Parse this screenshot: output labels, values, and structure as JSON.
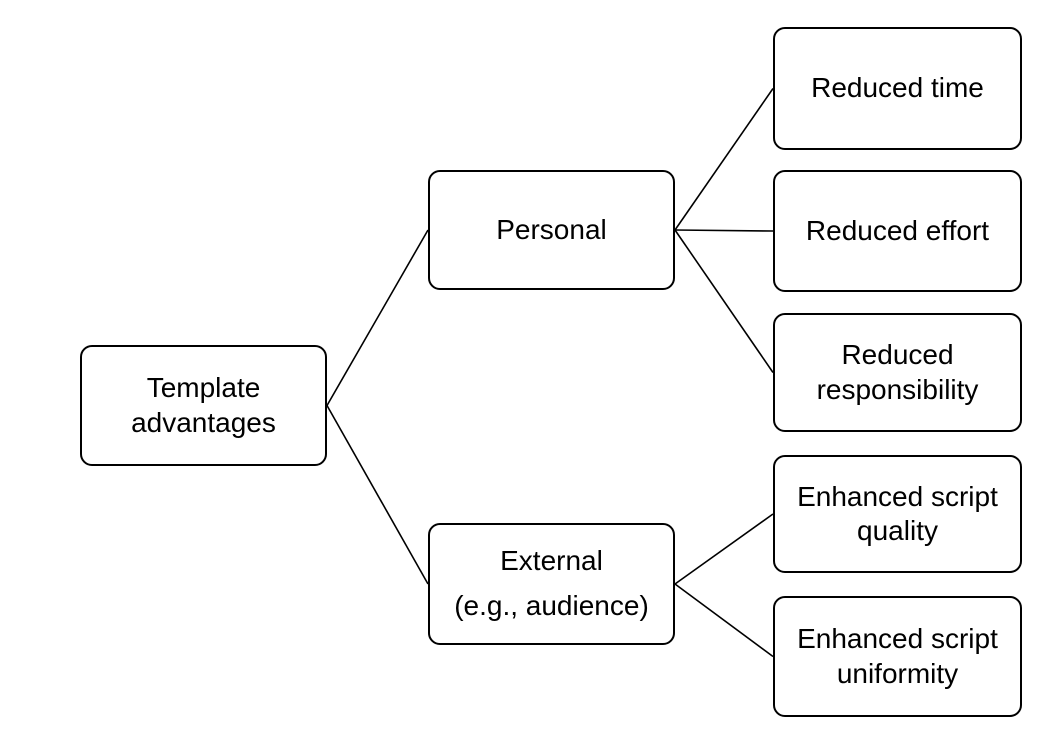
{
  "diagram": {
    "title": "Template advantages tree diagram",
    "background_color": "#ffffff",
    "node_fill_color": "#ffffff",
    "node_border_color": "#000000",
    "line_color": "#000000",
    "text_color": "#000000",
    "nodes": [
      {
        "id": "root",
        "label": "Template advantages",
        "level": 0
      },
      {
        "id": "personal",
        "label": "Personal",
        "level": 1
      },
      {
        "id": "external",
        "label": "External\n(e.g., audience)",
        "level": 1
      },
      {
        "id": "reduced-time",
        "label": "Reduced time",
        "level": 2
      },
      {
        "id": "reduced-effort",
        "label": "Reduced effort",
        "level": 2
      },
      {
        "id": "reduced-responsibility",
        "label": "Reduced responsibility",
        "level": 2
      },
      {
        "id": "enhanced-quality",
        "label": "Enhanced script quality",
        "level": 2
      },
      {
        "id": "enhanced-uniformity",
        "label": "Enhanced script uniformity",
        "level": 2
      }
    ],
    "edges": [
      {
        "from": "root",
        "to": "personal"
      },
      {
        "from": "root",
        "to": "external"
      },
      {
        "from": "personal",
        "to": "reduced-time"
      },
      {
        "from": "personal",
        "to": "reduced-effort"
      },
      {
        "from": "personal",
        "to": "reduced-responsibility"
      },
      {
        "from": "external",
        "to": "enhanced-quality"
      },
      {
        "from": "external",
        "to": "enhanced-uniformity"
      }
    ]
  }
}
